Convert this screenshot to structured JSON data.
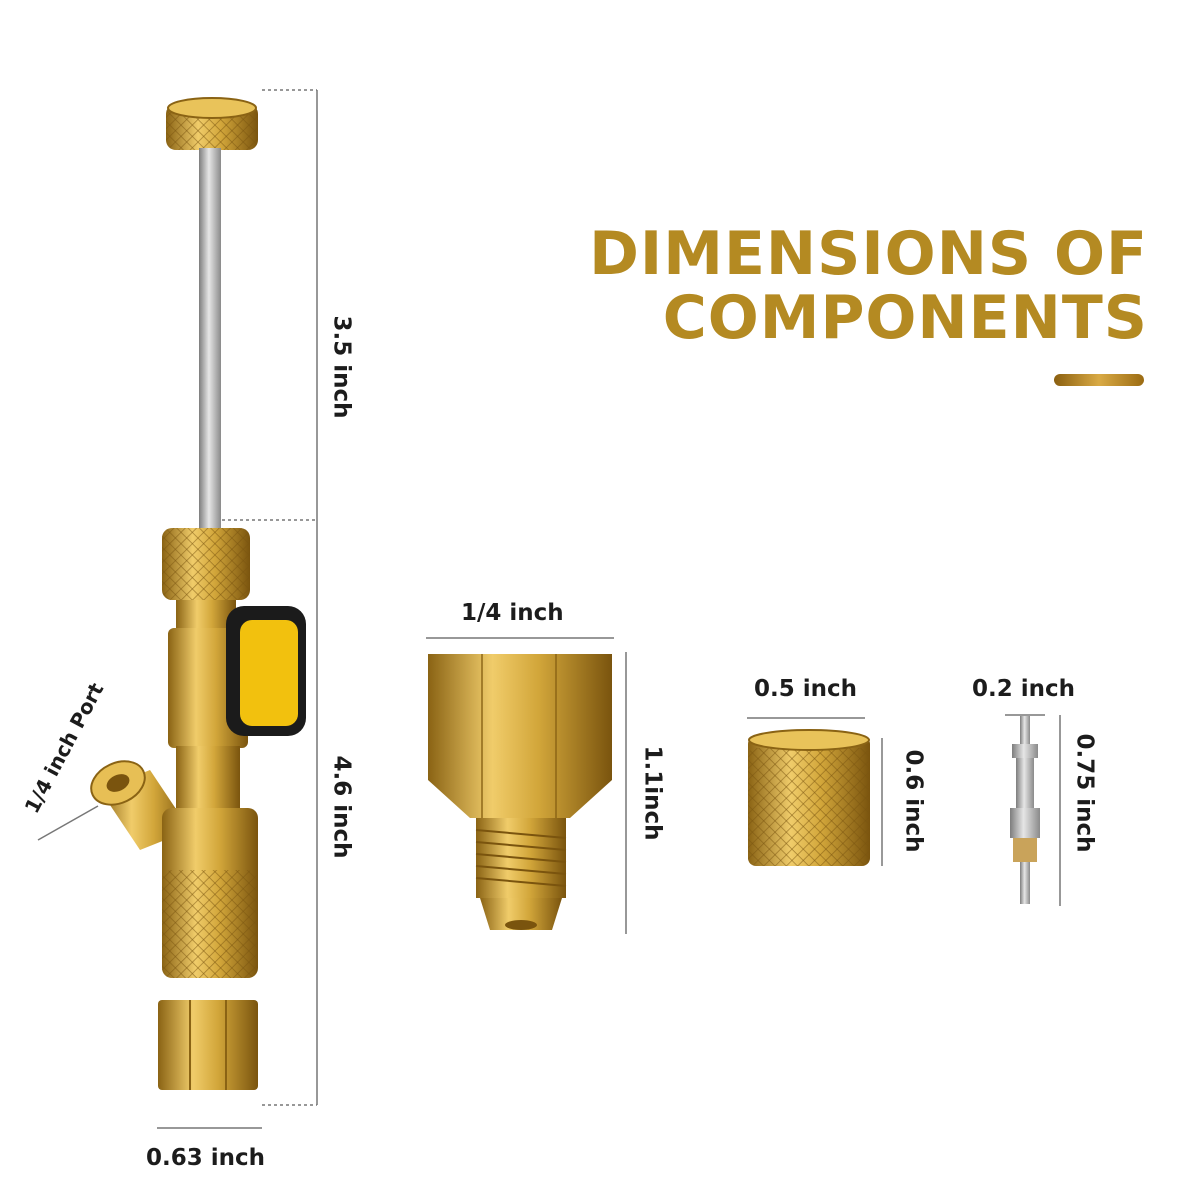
{
  "title": {
    "line1": "DIMENSIONS OF",
    "line2": "COMPONENTS",
    "color": "#b48a22"
  },
  "labels": {
    "tool_length_upper": "3.5 inch",
    "tool_length_lower": "4.6 inch",
    "tool_width": "0.63 inch",
    "side_port": "1/4 inch Port",
    "adapter_width": "1/4 inch",
    "adapter_height": "1.1inch",
    "cap_width": "0.5 inch",
    "cap_height": "0.6 inch",
    "core_width": "0.2 inch",
    "core_height": "0.75 inch"
  },
  "colors": {
    "brass": "#d2a63a",
    "brass_dark": "#8a6314",
    "handle_yellow": "#f2c10e",
    "handle_black": "#1b1b1b",
    "steel": "#a8a8a8"
  }
}
